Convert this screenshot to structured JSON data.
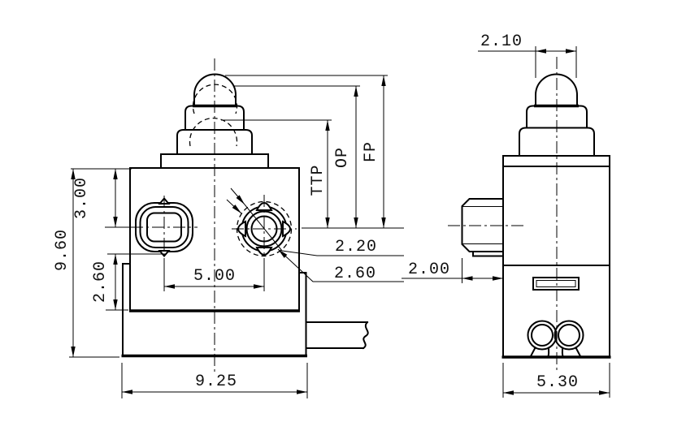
{
  "front_view": {
    "dims": {
      "total_height": "9.60",
      "top_to_hole_center": "3.00",
      "hole_to_body_bottom": "2.60",
      "hole_spacing": "5.00",
      "base_width": "9.25",
      "hole_dia_inner": "2.20",
      "hole_dia_outer": "2.60"
    },
    "travel_labels": {
      "ttp": "TTP",
      "op": "OP",
      "fp": "FP"
    }
  },
  "side_view": {
    "dims": {
      "plunger_width": "2.10",
      "boss_depth": "2.00",
      "body_depth": "5.30"
    }
  },
  "colors": {
    "line": "#000000",
    "background": "#ffffff"
  }
}
